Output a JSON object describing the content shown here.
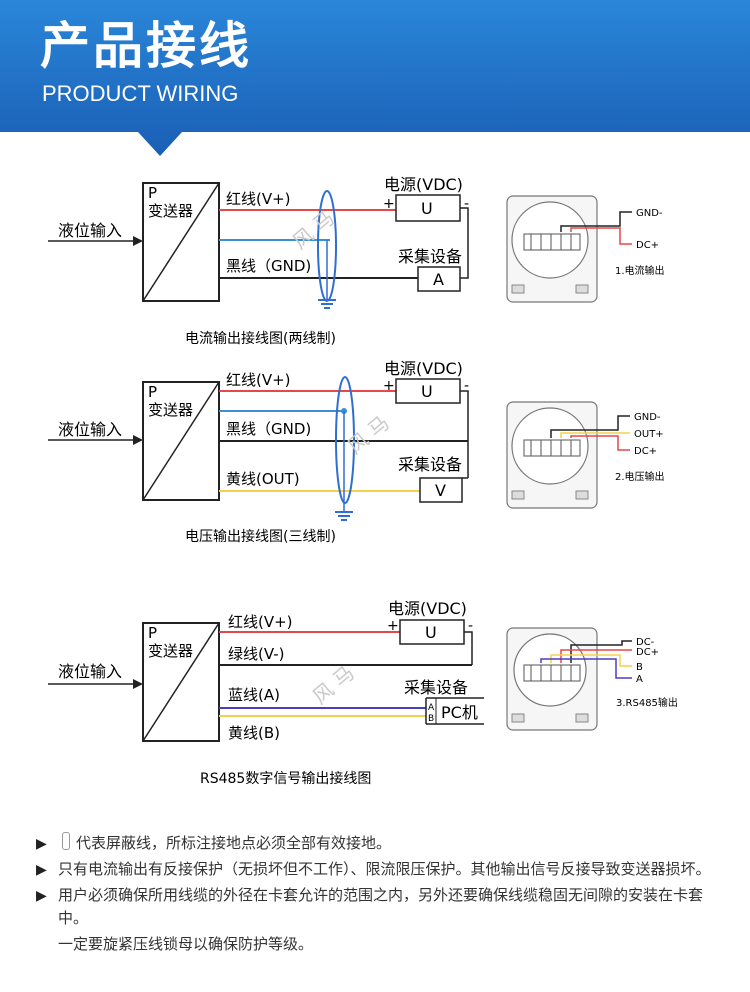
{
  "header": {
    "title": "产品接线",
    "subtitle": "PRODUCT WIRING"
  },
  "colors": {
    "banner": "#1e6fc4",
    "red": "#e8474a",
    "blue": "#3b8fd6",
    "yellow": "#f2d24b",
    "black": "#222222",
    "green": "#4b9a4b",
    "purple": "#4b3fc0",
    "shield": "#2f6fd0"
  },
  "watermark": "风 马",
  "diagram1": {
    "input_label": "液位输入",
    "transmitter_p": "P",
    "transmitter_label": "变送器",
    "red_wire": "红线(V+)",
    "black_wire": "黑线（GND)",
    "power_label": "电源(VDC)",
    "power_symbol": "U",
    "plus": "+",
    "minus": "-",
    "collector_label": "采集设备",
    "collector_symbol": "A",
    "caption": "电流输出接线图(两线制)",
    "terminal_labels": [
      "GND-",
      "DC+"
    ],
    "terminal_caption": "1.电流输出"
  },
  "diagram2": {
    "input_label": "液位输入",
    "transmitter_p": "P",
    "transmitter_label": "变送器",
    "red_wire": "红线(V+)",
    "black_wire": "黑线（GND)",
    "yellow_wire": "黄线(OUT)",
    "power_label": "电源(VDC)",
    "power_symbol": "U",
    "plus": "+",
    "minus": "-",
    "collector_label": "采集设备",
    "collector_symbol": "V",
    "caption": "电压输出接线图(三线制)",
    "terminal_labels": [
      "GND-",
      "OUT+",
      "DC+"
    ],
    "terminal_caption": "2.电压输出"
  },
  "diagram3": {
    "input_label": "液位输入",
    "transmitter_p": "P",
    "transmitter_label": "变送器",
    "red_wire": "红线(V+)",
    "green_wire": "绿线(V-)",
    "blue_wire": "蓝线(A)",
    "yellow_wire": "黄线(B)",
    "power_label": "电源(VDC)",
    "power_symbol": "U",
    "plus": "+",
    "minus": "-",
    "collector_label": "采集设备",
    "pc_label": "PC机",
    "pc_a": "A",
    "pc_b": "B",
    "caption": "RS485数字信号输出接线图",
    "terminal_labels": [
      "DC-",
      "DC+",
      "B",
      "A"
    ],
    "terminal_caption": "3.RS485输出"
  },
  "notes": {
    "n1": "代表屏蔽线，所标注接地点必须全部有效接地。",
    "n2": "只有电流输出有反接保护（无损坏但不工作）、限流限压保护。其他输出信号反接导致变送器损坏。",
    "n3": "用户必须确保所用线缆的外径在卡套允许的范围之内，另外还要确保线缆稳固无间隙的安装在卡套中。",
    "n4": "一定要旋紧压线锁母以确保防护等级。"
  }
}
